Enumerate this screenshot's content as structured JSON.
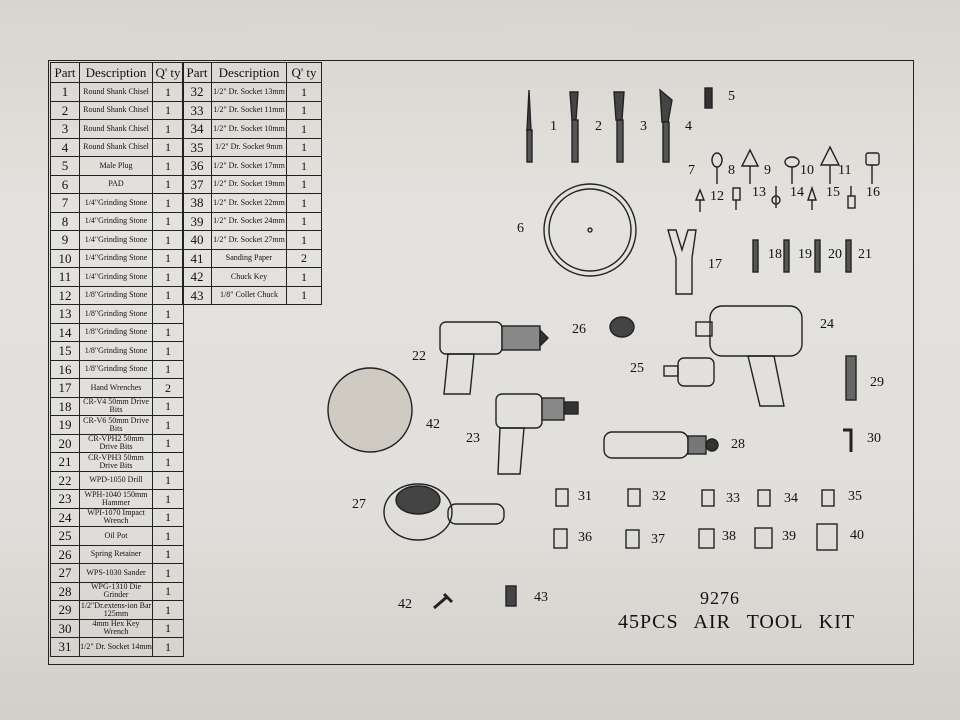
{
  "table": {
    "headers": [
      "Part",
      "Description",
      "Q' ty",
      "Part",
      "Description",
      "Q' ty"
    ],
    "left_rows": [
      {
        "part": "1",
        "desc": "Round Shank Chisel",
        "qty": "1"
      },
      {
        "part": "2",
        "desc": "Round Shank Chisel",
        "qty": "1"
      },
      {
        "part": "3",
        "desc": "Round Shank Chisel",
        "qty": "1"
      },
      {
        "part": "4",
        "desc": "Round Shank Chisel",
        "qty": "1"
      },
      {
        "part": "5",
        "desc": "Male Plug",
        "qty": "1"
      },
      {
        "part": "6",
        "desc": "PAD",
        "qty": "1"
      },
      {
        "part": "7",
        "desc": "1/4\"Grinding Stone",
        "qty": "1"
      },
      {
        "part": "8",
        "desc": "1/4\"Grinding Stone",
        "qty": "1"
      },
      {
        "part": "9",
        "desc": "1/4\"Grinding Stone",
        "qty": "1"
      },
      {
        "part": "10",
        "desc": "1/4\"Grinding Stone",
        "qty": "1"
      },
      {
        "part": "11",
        "desc": "1/4\"Grinding Stone",
        "qty": "1"
      },
      {
        "part": "12",
        "desc": "1/8\"Grinding Stone",
        "qty": "1"
      },
      {
        "part": "13",
        "desc": "1/8\"Grinding Stone",
        "qty": "1"
      },
      {
        "part": "14",
        "desc": "1/8\"Grinding Stone",
        "qty": "1"
      },
      {
        "part": "15",
        "desc": "1/8\"Grinding Stone",
        "qty": "1"
      },
      {
        "part": "16",
        "desc": "1/8\"Grinding Stone",
        "qty": "1"
      },
      {
        "part": "17",
        "desc": "Hand Wrenches",
        "qty": "2"
      },
      {
        "part": "18",
        "desc": "CR-V4 50mm Drive Bits",
        "qty": "1"
      },
      {
        "part": "19",
        "desc": "CR-V6 50mm Drive Bits",
        "qty": "1"
      },
      {
        "part": "20",
        "desc": "CR-VPH2 50mm Drive Bits",
        "qty": "1"
      },
      {
        "part": "21",
        "desc": "CR-VPH3 50mm Drive Bits",
        "qty": "1"
      },
      {
        "part": "22",
        "desc": "WPD-1050 Drill",
        "qty": "1"
      },
      {
        "part": "23",
        "desc": "WPH-1040 150mm Hammer",
        "qty": "1"
      },
      {
        "part": "24",
        "desc": "WPI-1070 Impact Wrench",
        "qty": "1"
      },
      {
        "part": "25",
        "desc": "Oil Pot",
        "qty": "1"
      },
      {
        "part": "26",
        "desc": "Spring Retainer",
        "qty": "1"
      },
      {
        "part": "27",
        "desc": "WPS-1030 Sander",
        "qty": "1"
      },
      {
        "part": "28",
        "desc": "WPG-1310 Die Grinder",
        "qty": "1"
      },
      {
        "part": "29",
        "desc": "1/2\"Dr.extens-ion Bar 125mm",
        "qty": "1"
      },
      {
        "part": "30",
        "desc": "4mm Hex Key Wrench",
        "qty": "1"
      },
      {
        "part": "31",
        "desc": "1/2\" Dr. Socket 14mm",
        "qty": "1"
      }
    ],
    "right_rows": [
      {
        "part": "32",
        "desc": "1/2\" Dr. Socket 13mm",
        "qty": "1"
      },
      {
        "part": "33",
        "desc": "1/2\" Dr. Socket 11mm",
        "qty": "1"
      },
      {
        "part": "34",
        "desc": "1/2\" Dr. Socket 10mm",
        "qty": "1"
      },
      {
        "part": "35",
        "desc": "1/2\" Dr. Socket 9mm",
        "qty": "1"
      },
      {
        "part": "36",
        "desc": "1/2\" Dr. Socket 17mm",
        "qty": "1"
      },
      {
        "part": "37",
        "desc": "1/2\" Dr. Socket 19mm",
        "qty": "1"
      },
      {
        "part": "38",
        "desc": "1/2\" Dr. Socket 22mm",
        "qty": "1"
      },
      {
        "part": "39",
        "desc": "1/2\" Dr. Socket 24mm",
        "qty": "1"
      },
      {
        "part": "40",
        "desc": "1/2\" Dr. Socket 27mm",
        "qty": "1"
      },
      {
        "part": "41",
        "desc": "Sanding Paper",
        "qty": "2"
      },
      {
        "part": "42",
        "desc": "Chuck Key",
        "qty": "1"
      },
      {
        "part": "43",
        "desc": "1/8\" Collet Chuck",
        "qty": "1"
      }
    ]
  },
  "callouts": [
    "1",
    "2",
    "3",
    "4",
    "5",
    "6",
    "7",
    "8",
    "9",
    "10",
    "11",
    "12",
    "13",
    "14",
    "15",
    "16",
    "17",
    "18",
    "19",
    "20",
    "21",
    "22",
    "23",
    "24",
    "25",
    "26",
    "27",
    "28",
    "29",
    "30",
    "31",
    "32",
    "33",
    "34",
    "35",
    "36",
    "37",
    "38",
    "39",
    "40",
    "42",
    "42",
    "43"
  ],
  "kit": {
    "number": "9276",
    "title": "45PCS AIR TOOL KIT"
  }
}
